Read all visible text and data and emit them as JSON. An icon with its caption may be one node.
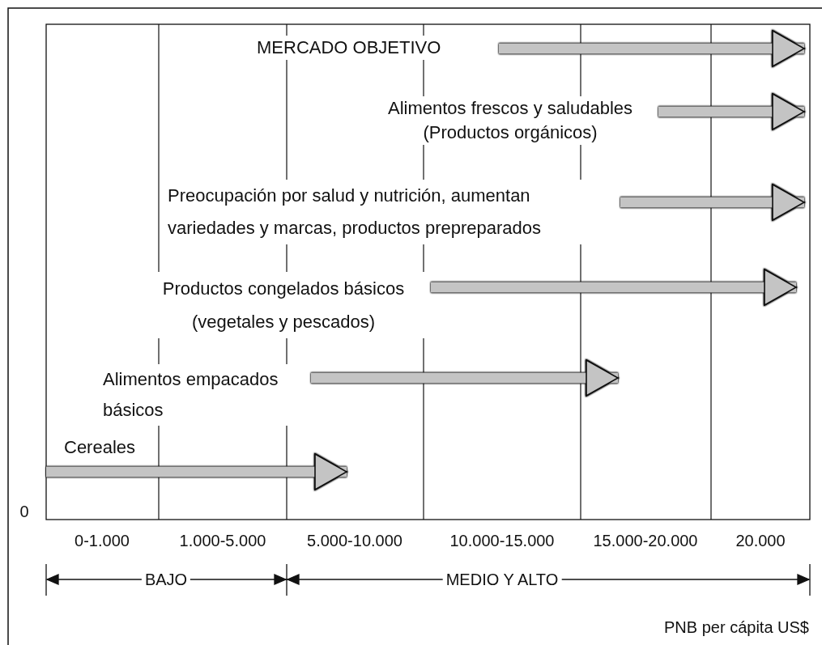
{
  "diagram": {
    "nodes": [
      {
        "text": [
          "MERCADO OBJETIVO"
        ]
      },
      {
        "text": [
          "Alimentos frescos y saludables (Productos orgánicos)"
        ]
      },
      {
        "text": [
          "Preocupación por salud y nutrición, aumentan variedades y marcas, productos prepreparados"
        ]
      },
      {
        "text": [
          "Productos congelados básicos (vegetales y pescados)"
        ]
      },
      {
        "text": [
          "Alimentos empacados básicos"
        ]
      },
      {
        "text": [
          "Cereales"
        ]
      }
    ],
    "edges": [
      {
        "from": 0,
        "to": null,
        "arrow": "to"
      },
      {
        "from": 1,
        "to": null,
        "arrow": "to"
      },
      {
        "from": 2,
        "to": null,
        "arrow": "to"
      },
      {
        "from": 3,
        "to": null,
        "arrow": "to"
      },
      {
        "from": 4,
        "to": null,
        "arrow": "to"
      },
      {
        "from": 5,
        "to": null,
        "arrow": "to"
      }
    ],
    "labels": [
      "0",
      "0-1.000",
      "1.000-5.000",
      "5.000-10.000",
      "10.000-15.000",
      "15.000-20.000",
      "20.000",
      "BAJO",
      "MEDIO Y ALTO",
      "PNB per cápita US$"
    ]
  }
}
